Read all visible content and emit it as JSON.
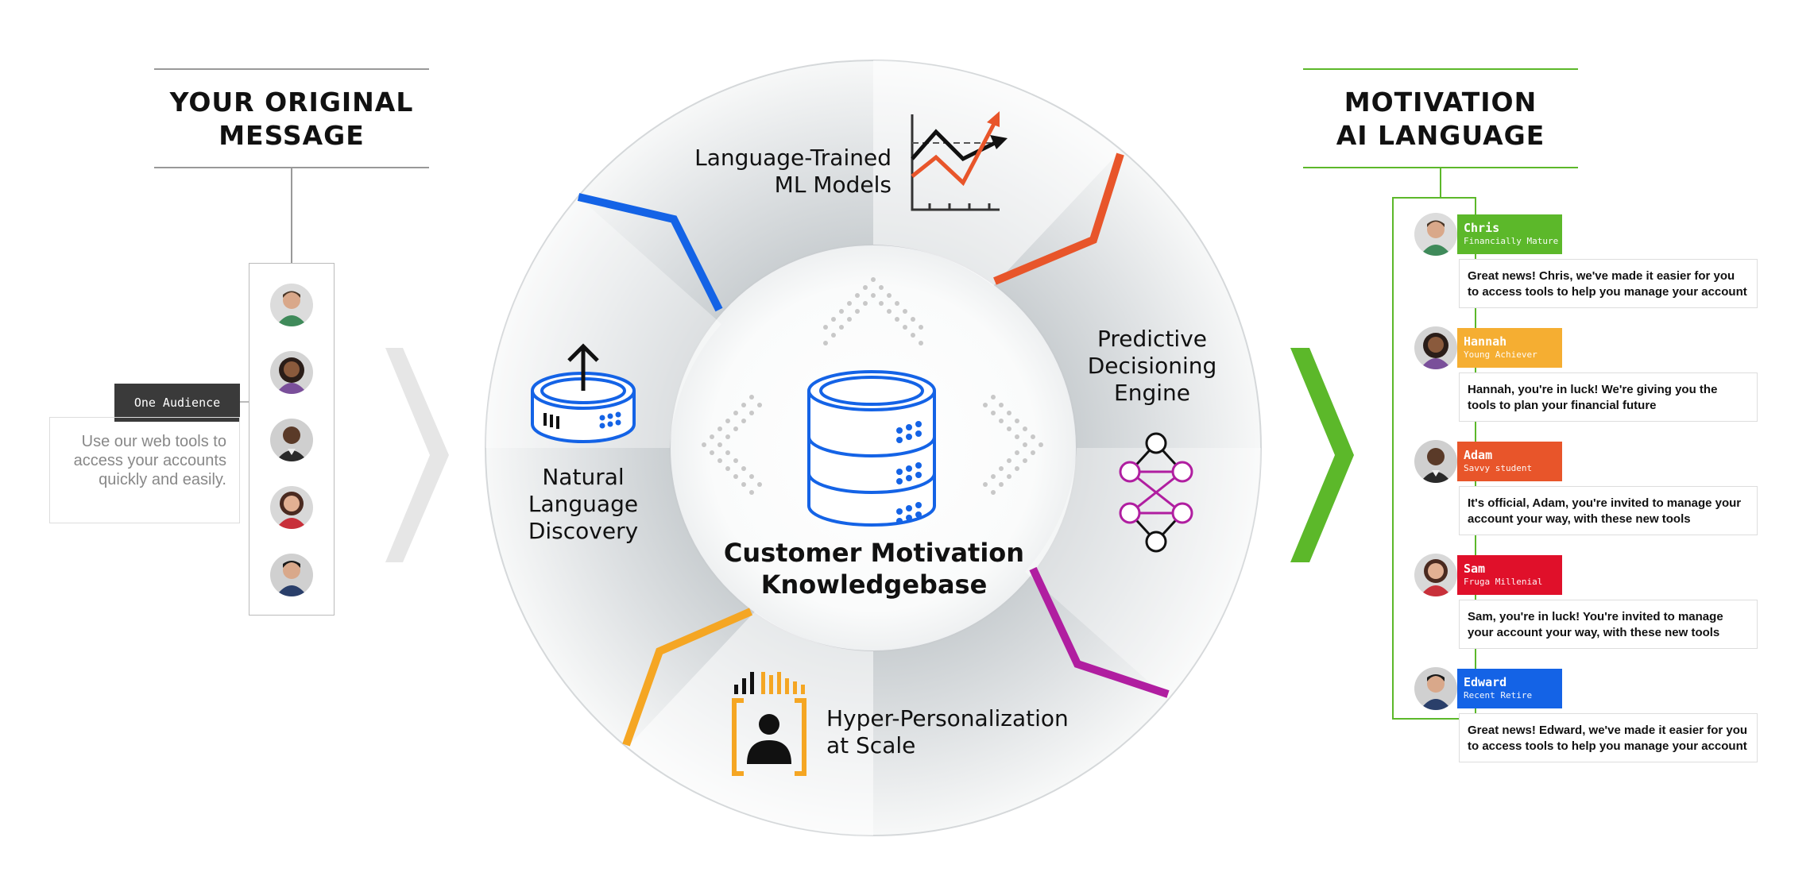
{
  "left": {
    "title_line1": "YOUR ORIGINAL",
    "title_line2": "MESSAGE",
    "audience_tag": "One Audience",
    "message": "Use our web tools to access your accounts quickly and easily."
  },
  "center": {
    "title_line1": "Customer Motivation",
    "title_line2": "Knowledgebase",
    "segments": [
      {
        "label_line1": "Language-Trained",
        "label_line2": "ML Models",
        "icon": "line-chart-icon",
        "accent": "#e8552a"
      },
      {
        "label_line1": "Predictive",
        "label_line2": "Decisioning",
        "label_line3": "Engine",
        "icon": "neural-network-icon",
        "accent": "#b01ea0"
      },
      {
        "label_line1": "Hyper-Personalization",
        "label_line2": "at Scale",
        "icon": "person-signal-icon",
        "accent": "#f5a623"
      },
      {
        "label_line1": "Natural",
        "label_line2": "Language",
        "label_line3": "Discovery",
        "icon": "database-upload-icon",
        "accent": "#1463e6"
      }
    ]
  },
  "right": {
    "title_line1": "MOTIVATION",
    "title_line2": "AI LANGUAGE",
    "accent": "#5cb82a",
    "personas": [
      {
        "name": "Chris",
        "segment": "Financially Mature",
        "color": "#5cb82a",
        "message": "Great news! Chris, we've made it easier for you to access tools to help you manage your account"
      },
      {
        "name": "Hannah",
        "segment": "Young Achiever",
        "color": "#f5ae32",
        "message": "Hannah, you're in luck! We're giving you the tools to plan your financial future"
      },
      {
        "name": "Adam",
        "segment": "Savvy student",
        "color": "#e8552a",
        "message": "It's official, Adam, you're invited to manage your account your way, with these new tools"
      },
      {
        "name": "Sam",
        "segment": "Fruga Millenial",
        "color": "#e0102a",
        "message": "Sam, you're in luck! You're invited to manage your account your way, with these new tools"
      },
      {
        "name": "Edward",
        "segment": "Recent Retire",
        "color": "#1463e6",
        "message": "Great news! Edward, we've made it easier for you to access tools to help you manage your account"
      }
    ]
  }
}
